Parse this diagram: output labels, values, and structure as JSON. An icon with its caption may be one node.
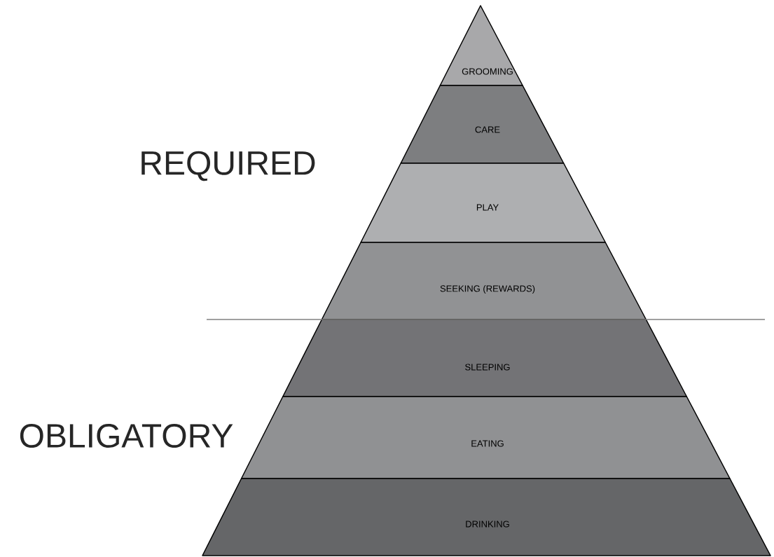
{
  "diagram": {
    "nodes": [
      {
        "text": [
          "GROOMING"
        ]
      },
      {
        "text": [
          "CARE"
        ]
      },
      {
        "text": [
          "PLAY"
        ]
      },
      {
        "text": [
          "SEEKING (REWARDS)"
        ]
      },
      {
        "text": [
          "SLEEPING"
        ]
      },
      {
        "text": [
          "EATING"
        ]
      },
      {
        "text": [
          "DRINKING"
        ]
      }
    ],
    "labels": [
      "REQUIRED",
      "OBLIGATORY"
    ]
  }
}
